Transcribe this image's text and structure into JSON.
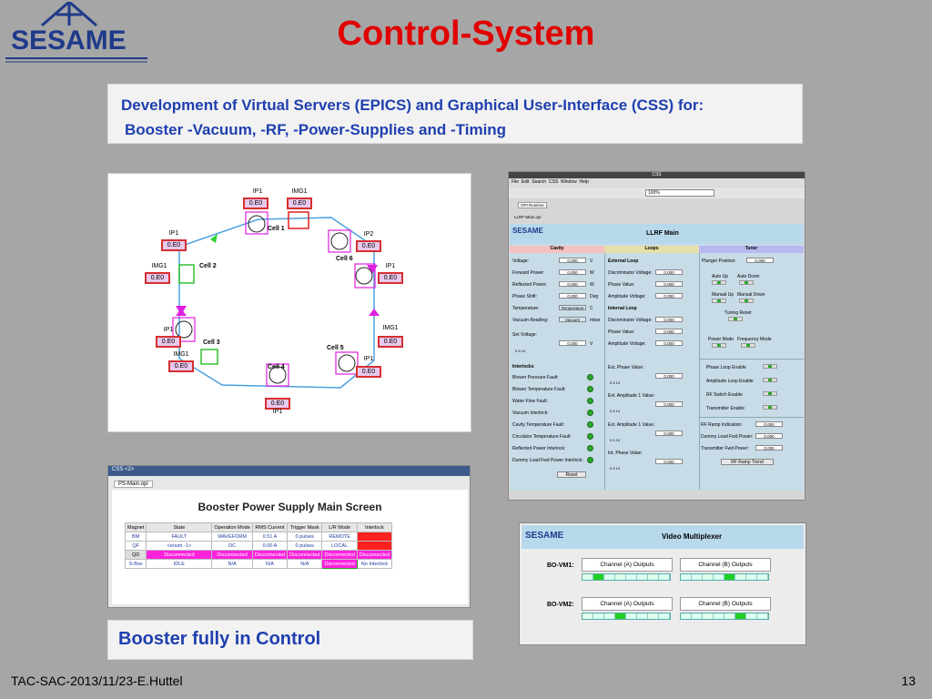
{
  "slide": {
    "title": "Control-System",
    "logo_text": "SESAME",
    "intro_line1": "Development of Virtual Servers (EPICS) and Graphical User-Interface (CSS) for:",
    "intro_line2": "Booster -Vacuum, -RF, -Power-Supplies and -Timing",
    "bottom_box": "Booster fully in Control",
    "footer": "TAC-SAC-2013/11/23-E.Huttel",
    "page_number": "13"
  },
  "vacuum": {
    "cells": [
      "Cell 1",
      "Cell 2",
      "Cell 3",
      "Cell 4",
      "Cell 5",
      "Cell 6"
    ],
    "ip_label": "IP1",
    "ip2_label": "IP2",
    "img_label": "IMG1",
    "reading": "0.E0"
  },
  "power_supply": {
    "window_title": "CSS    <2>",
    "tab_label": "PS-Main.opi",
    "heading": "Booster Power Supply Main Screen",
    "columns": [
      "Magnet",
      "State",
      "Operation Mode",
      "RMS Current",
      "Trigger Mask",
      "L/R Mode",
      "Interlock"
    ],
    "rows": [
      [
        "BM",
        "FAULT",
        "WAVEFORM",
        "0.51 A",
        "0 pulses",
        "REMOTE",
        ""
      ],
      [
        "QF",
        "<enum -1>",
        "DC",
        "0.00 A",
        "0 pulses",
        "LOCAL",
        ""
      ],
      [
        "QD",
        "Disconnected",
        "Disconnected",
        "Disconnected",
        "Disconnected",
        "Disconnected",
        "Disconnected"
      ],
      [
        "S-Box",
        "IDLE",
        "N/A",
        "N/A",
        "N/A",
        "Disconnected",
        "No Interlock"
      ]
    ]
  },
  "llrf": {
    "window_title": "CSS",
    "menu": [
      "File",
      "Edit",
      "Search",
      "CSS",
      "Window",
      "Help"
    ],
    "zoom": "100%",
    "tab": "LLRF-Main.opi",
    "breadcrumb": "OPI Runtime",
    "heading": "LLRF Main",
    "logo": "SESAME",
    "sections": [
      "Cavity",
      "Loops",
      "Tuner"
    ],
    "cavity_labels": [
      "Voltage:",
      "Forward Power:",
      "Reflected Power:",
      "Phase Shift:",
      "Temperature:",
      "Vacuum Reading:",
      "Set Voltage:"
    ],
    "cavity_units": [
      "V",
      "W",
      "W",
      "Deg",
      "C",
      "mbar",
      "V"
    ],
    "value": "0.000",
    "temperature_field": "Temperature",
    "vacuum_field": "Vacuum",
    "interlocks_title": "Interlocks",
    "interlocks": [
      "Blower Pressure Fault:",
      "Blower Temperature Fault:",
      "Water Flow Fault:",
      "Vacuum Interlock:",
      "Cavity Temperature Fault:",
      "Circulator Temperature Fault:",
      "Reflected Power Interlock:",
      "Dummy Load Fwd Power Interlock:"
    ],
    "reset": "Reset",
    "external_loop": "External Loop",
    "internal_loop": "Internal Loop",
    "loop_labels": [
      "Discriminator Voltage:",
      "Phase Value:",
      "Amplitude Voltage:"
    ],
    "ext_phase": "Ext. Phase Value:",
    "ext_amp1": "Ext. Amplitude 1 Value:",
    "ext_amp2": "Ext. Amplitude 1 Value:",
    "int_phase": "Int. Phase Value:",
    "scale": "0      5      10",
    "tuner": {
      "plunger": "Plunger Position:",
      "auto_up": "Auto Up",
      "auto_down": "Auto Down",
      "manual_up": "Manual Up",
      "manual_down": "Manual Down",
      "tuning_reset": "Tuning Reset",
      "power_mode": "Power Mode",
      "frequency_mode": "Frequency Mode",
      "enables": [
        "Phase Loop Enable",
        "Amplitude Loop Enable",
        "RF Switch Enable",
        "Transmitter Enable"
      ],
      "rf_ramp": "RF Ramp Indication:",
      "dummy_load": "Dummy Load Fwd Power:",
      "transmitter_fwd": "Transmitter Fwd Power:",
      "ramp_trend": "RF Ramp Trend"
    }
  },
  "video_mux": {
    "logo": "SESAME",
    "heading": "Video Multiplexer",
    "rows": [
      {
        "label": "BO-VM1:",
        "a": "Channel (A) Outputs",
        "b": "Channel (B) Outputs"
      },
      {
        "label": "BO-VM2:",
        "a": "Channel (A) Outputs",
        "b": "Channel (B) Outputs"
      }
    ]
  }
}
